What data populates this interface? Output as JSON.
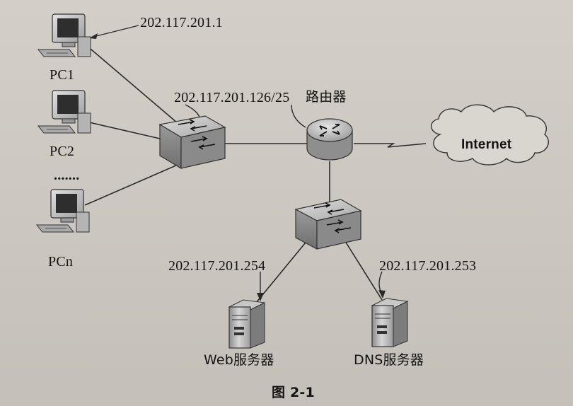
{
  "pcs": {
    "pc1_label": "PC1",
    "pc2_label": "PC2",
    "ellipsis": ".......",
    "pcn_label": "PCn",
    "pc1_ip": "202.117.201.1"
  },
  "router": {
    "label": "路由器",
    "lan_ip": "202.117.201.126/25"
  },
  "internet": {
    "label": "Internet"
  },
  "servers": {
    "web_label": "Web服务器",
    "web_ip": "202.117.201.254",
    "dns_label": "DNS服务器",
    "dns_ip": "202.117.201.253"
  },
  "caption": "图 2-1",
  "icons": {
    "pc": "desktop-computer-icon",
    "switch": "network-switch-icon",
    "router": "router-icon",
    "cloud": "cloud-icon",
    "server": "tower-server-icon"
  },
  "colors": {
    "background": "#cfcbc4",
    "line": "#2a2a2a",
    "device_fill": "#bdbdbd",
    "text": "#141414"
  }
}
